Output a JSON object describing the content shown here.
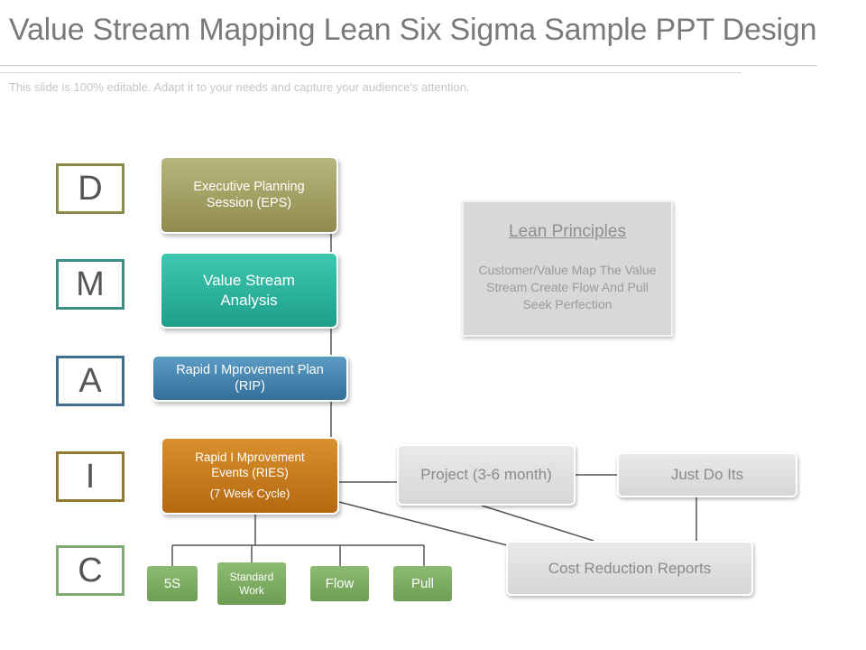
{
  "header": {
    "title": "Value Stream Mapping Lean Six Sigma Sample PPT Design",
    "subtitle": "This slide is 100% editable. Adapt it to your needs and capture your audience's attention."
  },
  "colors": {
    "define": "#8a8a4a",
    "measure": "#3d8f86",
    "analyze": "#3f6e8f",
    "improve": "#8f7a34",
    "control": "#83a870"
  },
  "dmaic": [
    "D",
    "M",
    "A",
    "I",
    "C"
  ],
  "boxes": {
    "eps": "Executive Planning Session (EPS)",
    "vsa": "Value Stream Analysis",
    "rip": "Rapid I Mprovement Plan (RIP)",
    "ries": "Rapid I Mprovement Events (RIES)",
    "ries_sub": "(7 Week Cycle)",
    "project": "Project (3-6 month)",
    "just_do": "Just Do Its",
    "cost": "Cost Reduction Reports"
  },
  "lean": {
    "title": "Lean Principles",
    "body": "Customer/Value Map The Value Stream Create Flow And Pull Seek Perfection"
  },
  "tools": [
    "5S",
    "Standard Work",
    "Flow",
    "Pull"
  ]
}
